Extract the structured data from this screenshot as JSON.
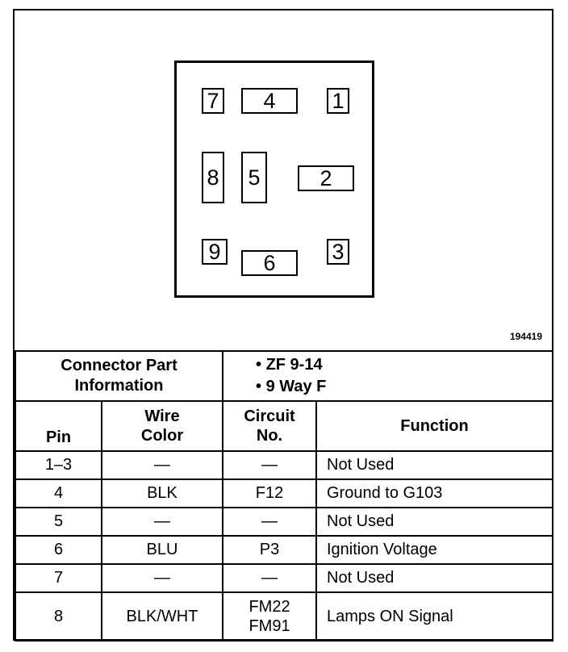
{
  "figure_number": "194419",
  "connector": {
    "pins": [
      "7",
      "4",
      "1",
      "8",
      "5",
      "2",
      "9",
      "6",
      "3"
    ]
  },
  "part_info": {
    "label_line1": "Connector Part",
    "label_line2": "Information",
    "items": [
      "ZF 9-14",
      "9 Way F"
    ]
  },
  "table": {
    "headers": {
      "pin": "Pin",
      "wire_line1": "Wire",
      "wire_line2": "Color",
      "circuit_line1": "Circuit",
      "circuit_line2": "No.",
      "function": "Function"
    },
    "rows": [
      {
        "pin": "1–3",
        "wire": "—",
        "circuit": "—",
        "function": "Not Used"
      },
      {
        "pin": "4",
        "wire": "BLK",
        "circuit": "F12",
        "function": "Ground to G103"
      },
      {
        "pin": "5",
        "wire": "—",
        "circuit": "—",
        "function": "Not Used"
      },
      {
        "pin": "6",
        "wire": "BLU",
        "circuit": "P3",
        "function": "Ignition Voltage"
      },
      {
        "pin": "7",
        "wire": "—",
        "circuit": "—",
        "function": "Not Used"
      },
      {
        "pin": "8",
        "wire": "BLK/WHT",
        "circuit_line1": "FM22",
        "circuit_line2": "FM91",
        "function": "Lamps ON Signal"
      }
    ]
  }
}
